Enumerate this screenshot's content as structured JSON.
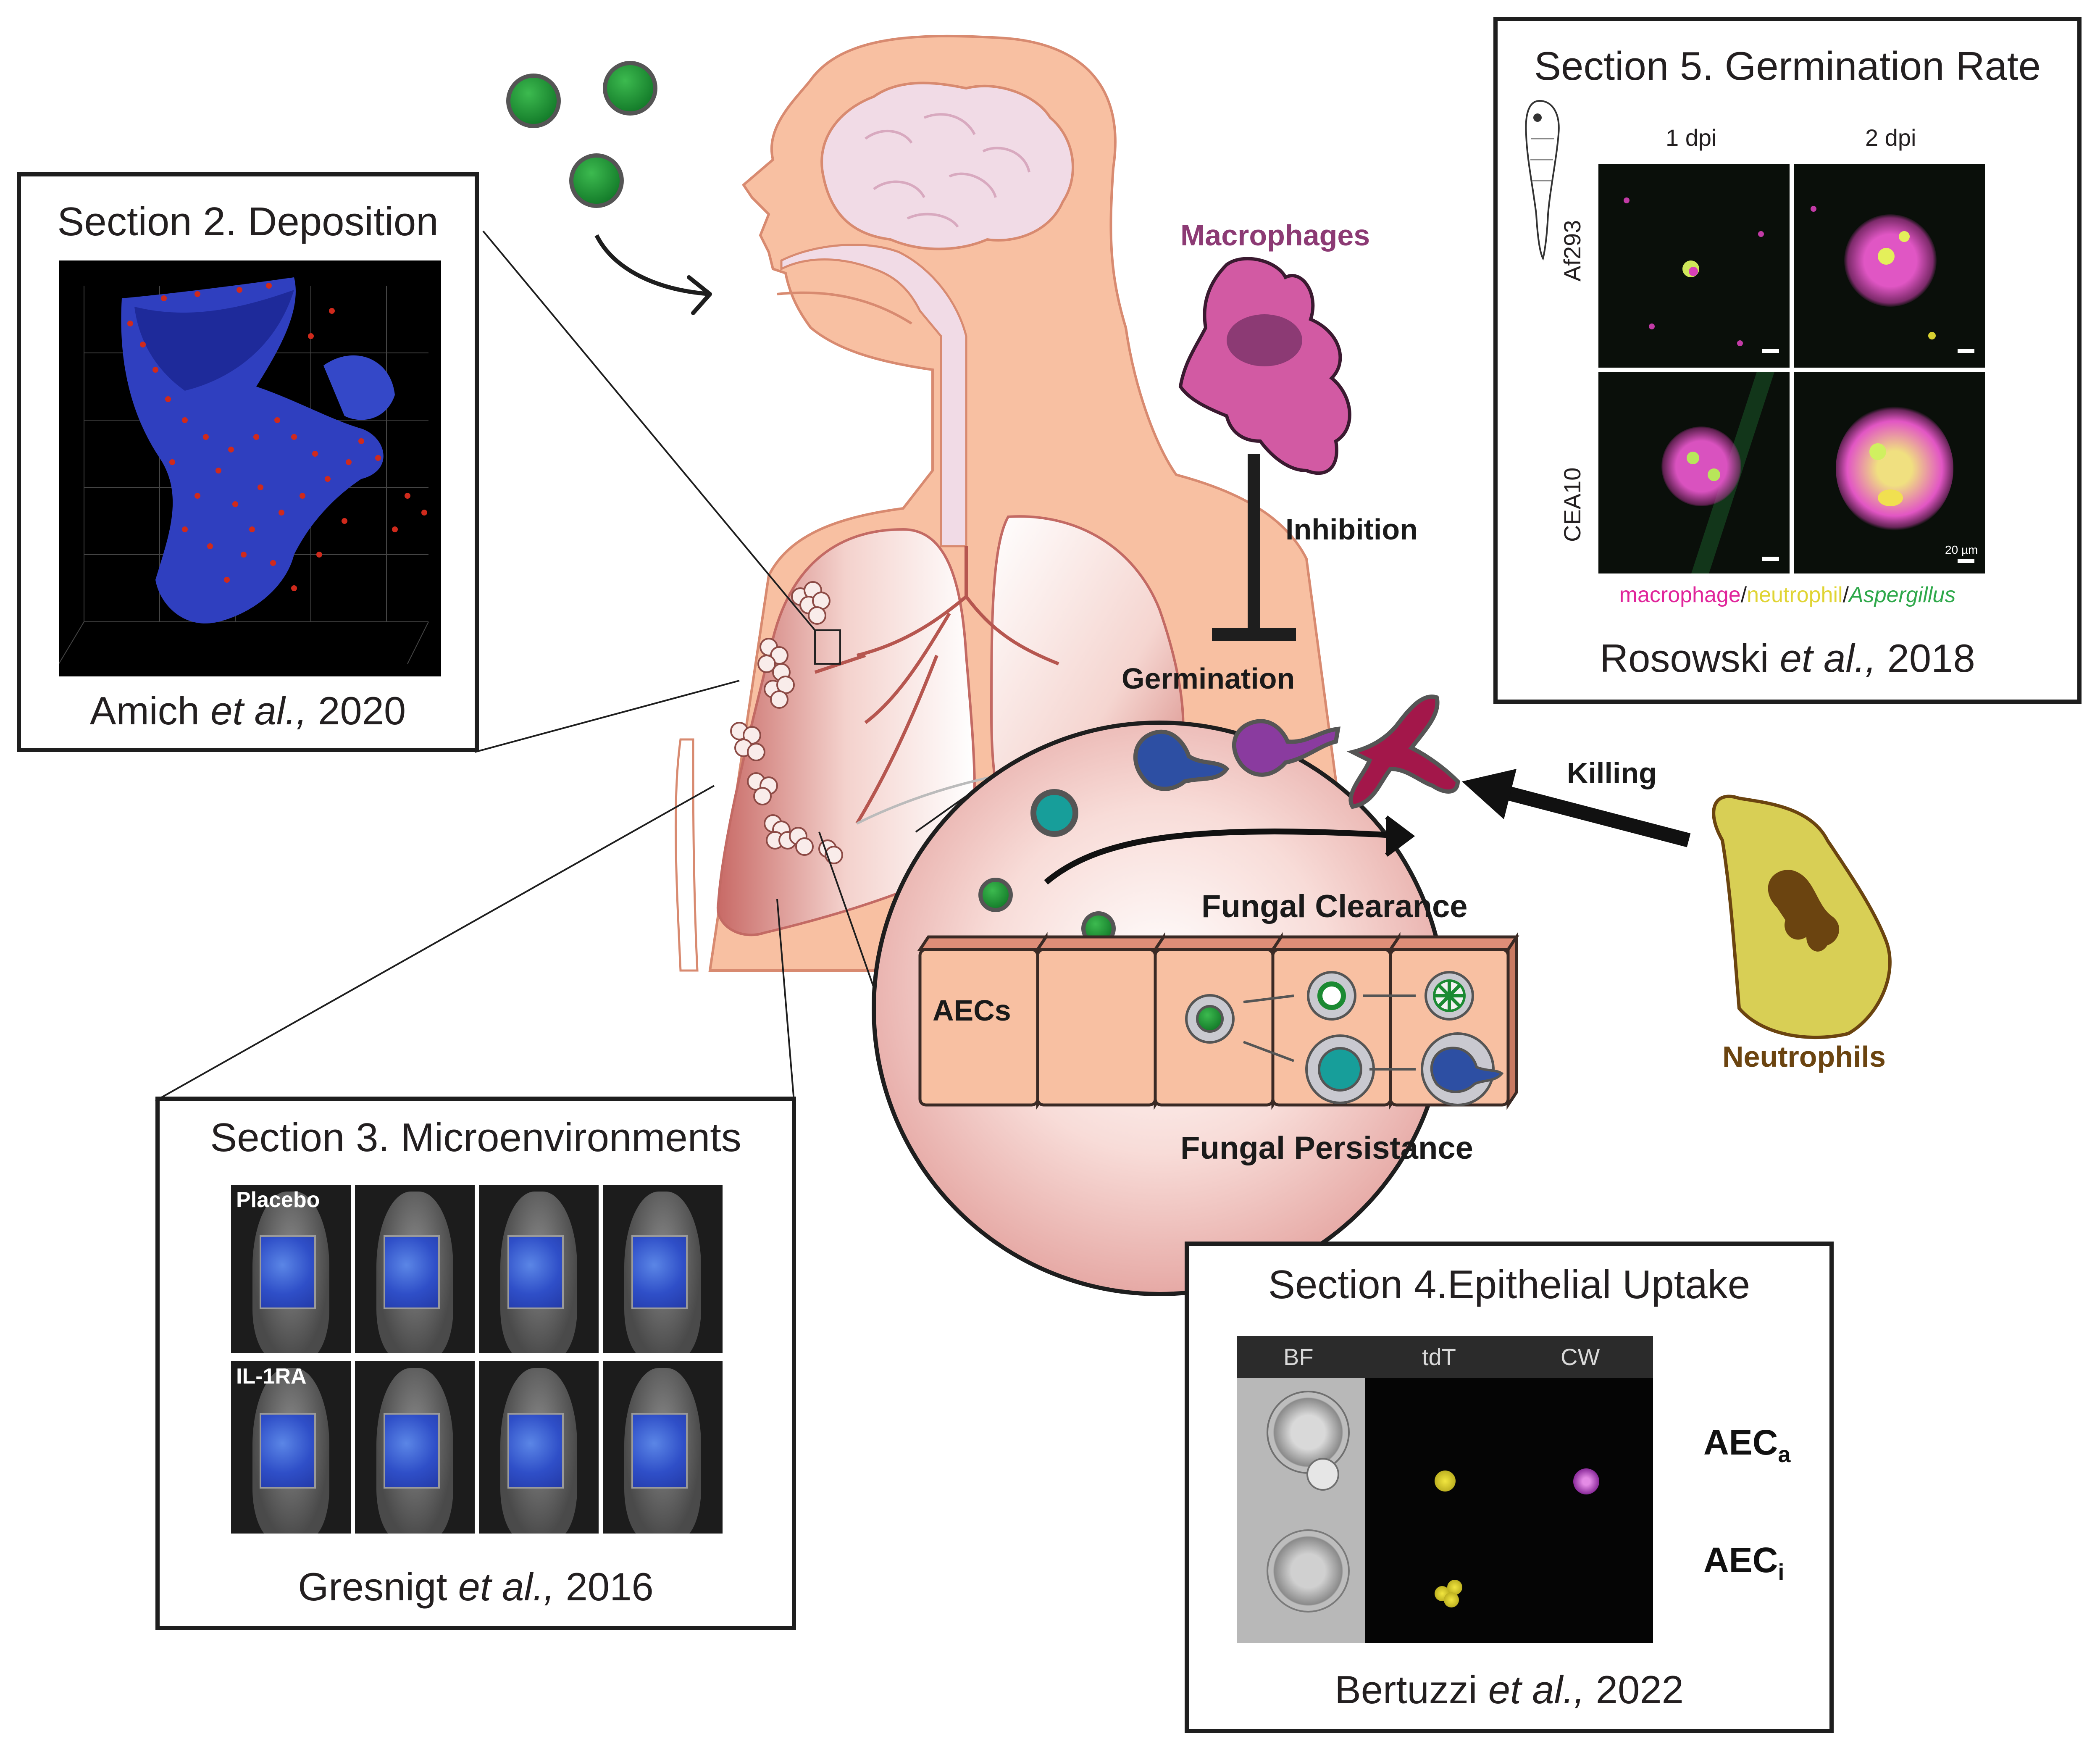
{
  "colors": {
    "skin": "#f8c0a2",
    "brain": "#f1dbe6",
    "spore": "#1b8a32",
    "macrophage": "#d25aa3",
    "neutrophil": "#d8cf55",
    "neutrophil_label": "#6b4410",
    "macrophage_label": "#8c3a74",
    "panel_border": "#1e1e1e"
  },
  "center": {
    "macrophages_label": "Macrophages",
    "inhibition_label": "Inhibition",
    "germination_label": "Germination",
    "killing_label": "Killing",
    "neutrophils_label": "Neutrophils",
    "fungal_clearance_label": "Fungal Clearance",
    "fungal_persistance_label": "Fungal Persistance",
    "aecs_label": "AECs"
  },
  "section2": {
    "title": "Section 2. Deposition",
    "cite_author": "Amich ",
    "cite_etal": "et al.,",
    "cite_year": " 2020"
  },
  "section3": {
    "title": "Section 3. Microenvironments",
    "row1_label": "Placebo",
    "row2_label": "IL-1RA",
    "cite_author": "Gresnigt ",
    "cite_etal": "et al.,",
    "cite_year": " 2016"
  },
  "section4": {
    "title": "Section 4.Epithelial Uptake",
    "col_headers": [
      "BF",
      "tdT",
      "CW"
    ],
    "row_aeca": {
      "main": "AEC",
      "sub": "a"
    },
    "row_aeci": {
      "main": "AEC",
      "sub": "i"
    },
    "cite_author": "Bertuzzi ",
    "cite_etal": "et al.,",
    "cite_year": " 2022"
  },
  "section5": {
    "title": "Section 5. Germination Rate",
    "col_headers": [
      "1 dpi",
      "2 dpi"
    ],
    "row_labels": [
      "Af293",
      "CEA10"
    ],
    "scale_label": "20 µm",
    "legend": {
      "macrophage": "macrophage",
      "sep1": "/",
      "neutrophil": "neutrophil",
      "sep2": "/",
      "aspergillus": "Aspergillus"
    },
    "cite_author": "Rosowski ",
    "cite_etal": "et al.,",
    "cite_year": " 2018"
  }
}
